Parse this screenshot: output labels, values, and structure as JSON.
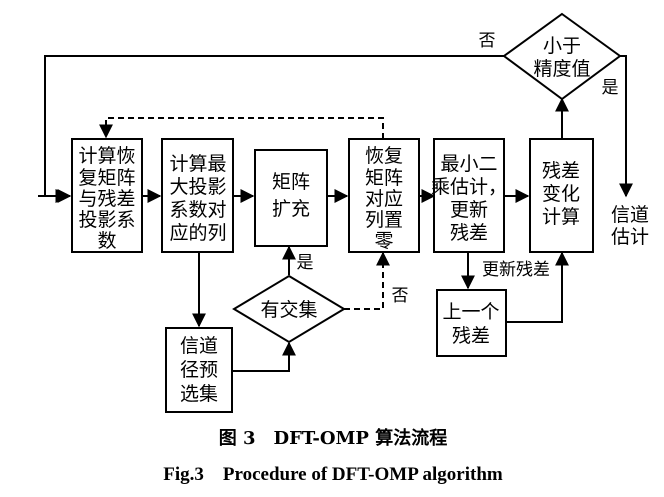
{
  "nodes": {
    "compute_corr": [
      "计算恢",
      "复矩阵",
      "与残差",
      "投影系",
      "数"
    ],
    "max_proj": [
      "计算最",
      "大投影",
      "系数对",
      "应的列"
    ],
    "expand": [
      "矩阵",
      "扩充"
    ],
    "recover": [
      "恢复",
      "矩阵",
      "对应",
      "列置",
      "零"
    ],
    "least_squares": [
      "最小二",
      "乘估计，",
      "更新",
      "残差"
    ],
    "residual_change": [
      "残差",
      "变化",
      "计算"
    ],
    "precision": [
      "小于",
      "精度值"
    ],
    "intersect": [
      "有交集"
    ],
    "preselect": [
      "信道",
      "径预",
      "选集"
    ],
    "prev_residual": [
      "上一个",
      "残差"
    ],
    "output": [
      "信道",
      "估计"
    ]
  },
  "edge_labels": {
    "no_top": "否",
    "yes_right": "是",
    "yes_intersect": "是",
    "no_intersect": "否",
    "update_residual": "更新残差"
  },
  "caption": {
    "cn": "图 3　DFT-OMP 算法流程",
    "en": "Fig.3　Procedure of DFT-OMP algorithm"
  }
}
